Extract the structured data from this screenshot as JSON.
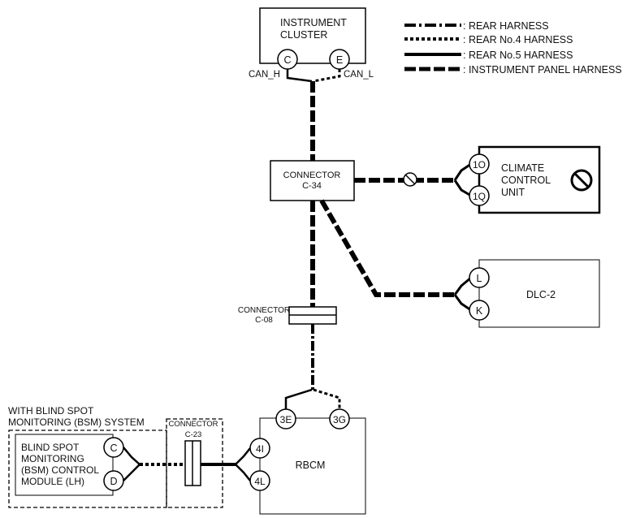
{
  "legend": {
    "rear_harness": ": REAR HARNESS",
    "rear_no4_harness": ": REAR No.4 HARNESS",
    "rear_no5_harness": ": REAR No.5 HARNESS",
    "instrument_panel_harness": ": INSTRUMENT PANEL HARNESS"
  },
  "instrument_cluster": {
    "line1": "INSTRUMENT",
    "line2": "CLUSTER",
    "pin_c": "C",
    "pin_e": "E",
    "can_h": "CAN_H",
    "can_l": "CAN_L"
  },
  "connector_c34": {
    "line1": "CONNECTOR",
    "line2": "C-34"
  },
  "climate_control_unit": {
    "line1": "CLIMATE",
    "line2": "CONTROL",
    "line3": "UNIT",
    "pin_1o": "1O",
    "pin_1q": "1Q"
  },
  "dlc2": {
    "label": "DLC-2",
    "pin_l": "L",
    "pin_k": "K"
  },
  "connector_c08": {
    "line1": "CONNECTOR",
    "line2": "C-08"
  },
  "rbcm": {
    "label": "RBCM",
    "pin_3e": "3E",
    "pin_3g": "3G",
    "pin_4i": "4I",
    "pin_4l": "4L"
  },
  "bsm_group": {
    "line1": "WITH BLIND SPOT",
    "line2": "MONITORING (BSM) SYSTEM"
  },
  "bsm_module": {
    "line1": "BLIND SPOT",
    "line2": "MONITORING",
    "line3": "(BSM) CONTROL",
    "line4": "MODULE (LH)",
    "pin_c": "C",
    "pin_d": "D"
  },
  "connector_c23": {
    "line1": "CONNECTOR",
    "line2": "C-23"
  }
}
